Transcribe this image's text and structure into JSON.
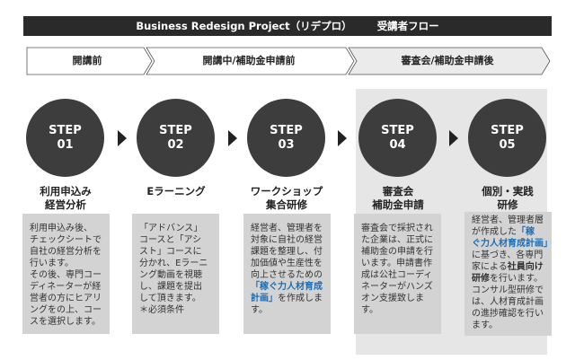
{
  "header": {
    "title": "Business Redesign Project（リデプロ）",
    "subtitle": "受講者フロー"
  },
  "phases": [
    {
      "label": "開講前"
    },
    {
      "label": "開講中/補助金申請前"
    },
    {
      "label": "審査会/補助金申請後"
    }
  ],
  "steps": [
    {
      "step_word": "STEP",
      "number": "01",
      "title_lines": [
        "利用申込み",
        "経営分析"
      ]
    },
    {
      "step_word": "STEP",
      "number": "02",
      "title_lines": [
        "Eラーニング"
      ]
    },
    {
      "step_word": "STEP",
      "number": "03",
      "title_lines": [
        "ワークショップ",
        "集合研修"
      ]
    },
    {
      "step_word": "STEP",
      "number": "04",
      "title_lines": [
        "審査会",
        "補助金申請"
      ]
    },
    {
      "step_word": "STEP",
      "number": "05",
      "title_lines": [
        "個別・実践",
        "研修"
      ]
    }
  ],
  "descriptions": {
    "step1": [
      "利用申込み後、",
      "チェックシートで",
      "自社の経営分析を",
      "行います。",
      "その後、専門コー",
      "ディネーターが経",
      "営者の方にヒアリ",
      "ングをの上、コー",
      "スを選択します。"
    ],
    "step2": [
      "「アドバンス」",
      "コースと「アシ",
      "スト」コースに",
      "分かれ、Eラーニ",
      "ング動画を視聴",
      "し、課題を提出",
      "して頂きます。",
      "＊必須条件"
    ],
    "step3": {
      "text_lines": [
        "経営者、管理者を",
        "対象に自社の経営",
        "課題を整理し、付",
        "加価値や生産性を",
        "向上させるための"
      ],
      "highlight_lines": [
        "「稼ぐ力人材育成",
        "計画」"
      ],
      "tail": "を作成しま",
      "last": "す。"
    },
    "step4": [
      "審査会で採択され",
      "た企業は、正式に",
      "補助金の申請を行",
      "います。申請書作",
      "成は公社コーディ",
      "ネーターがハンズ",
      "オン支援致します。"
    ],
    "step5": {
      "lead_lines": [
        "経営者、管理者層",
        "が作成した"
      ],
      "hl_a": "「稼",
      "hl_b": "ぐ力人材育成計画」",
      "after_hl": "に基づき、各専門",
      "pre_bold": "家による",
      "bold_a": "社員向け",
      "bold_b": "研修",
      "post_bold": "を行います。",
      "tail_lines": [
        "コンサル型研修で",
        "は、人材育成計画",
        "の進捗確認を行い",
        "ます。"
      ]
    }
  }
}
